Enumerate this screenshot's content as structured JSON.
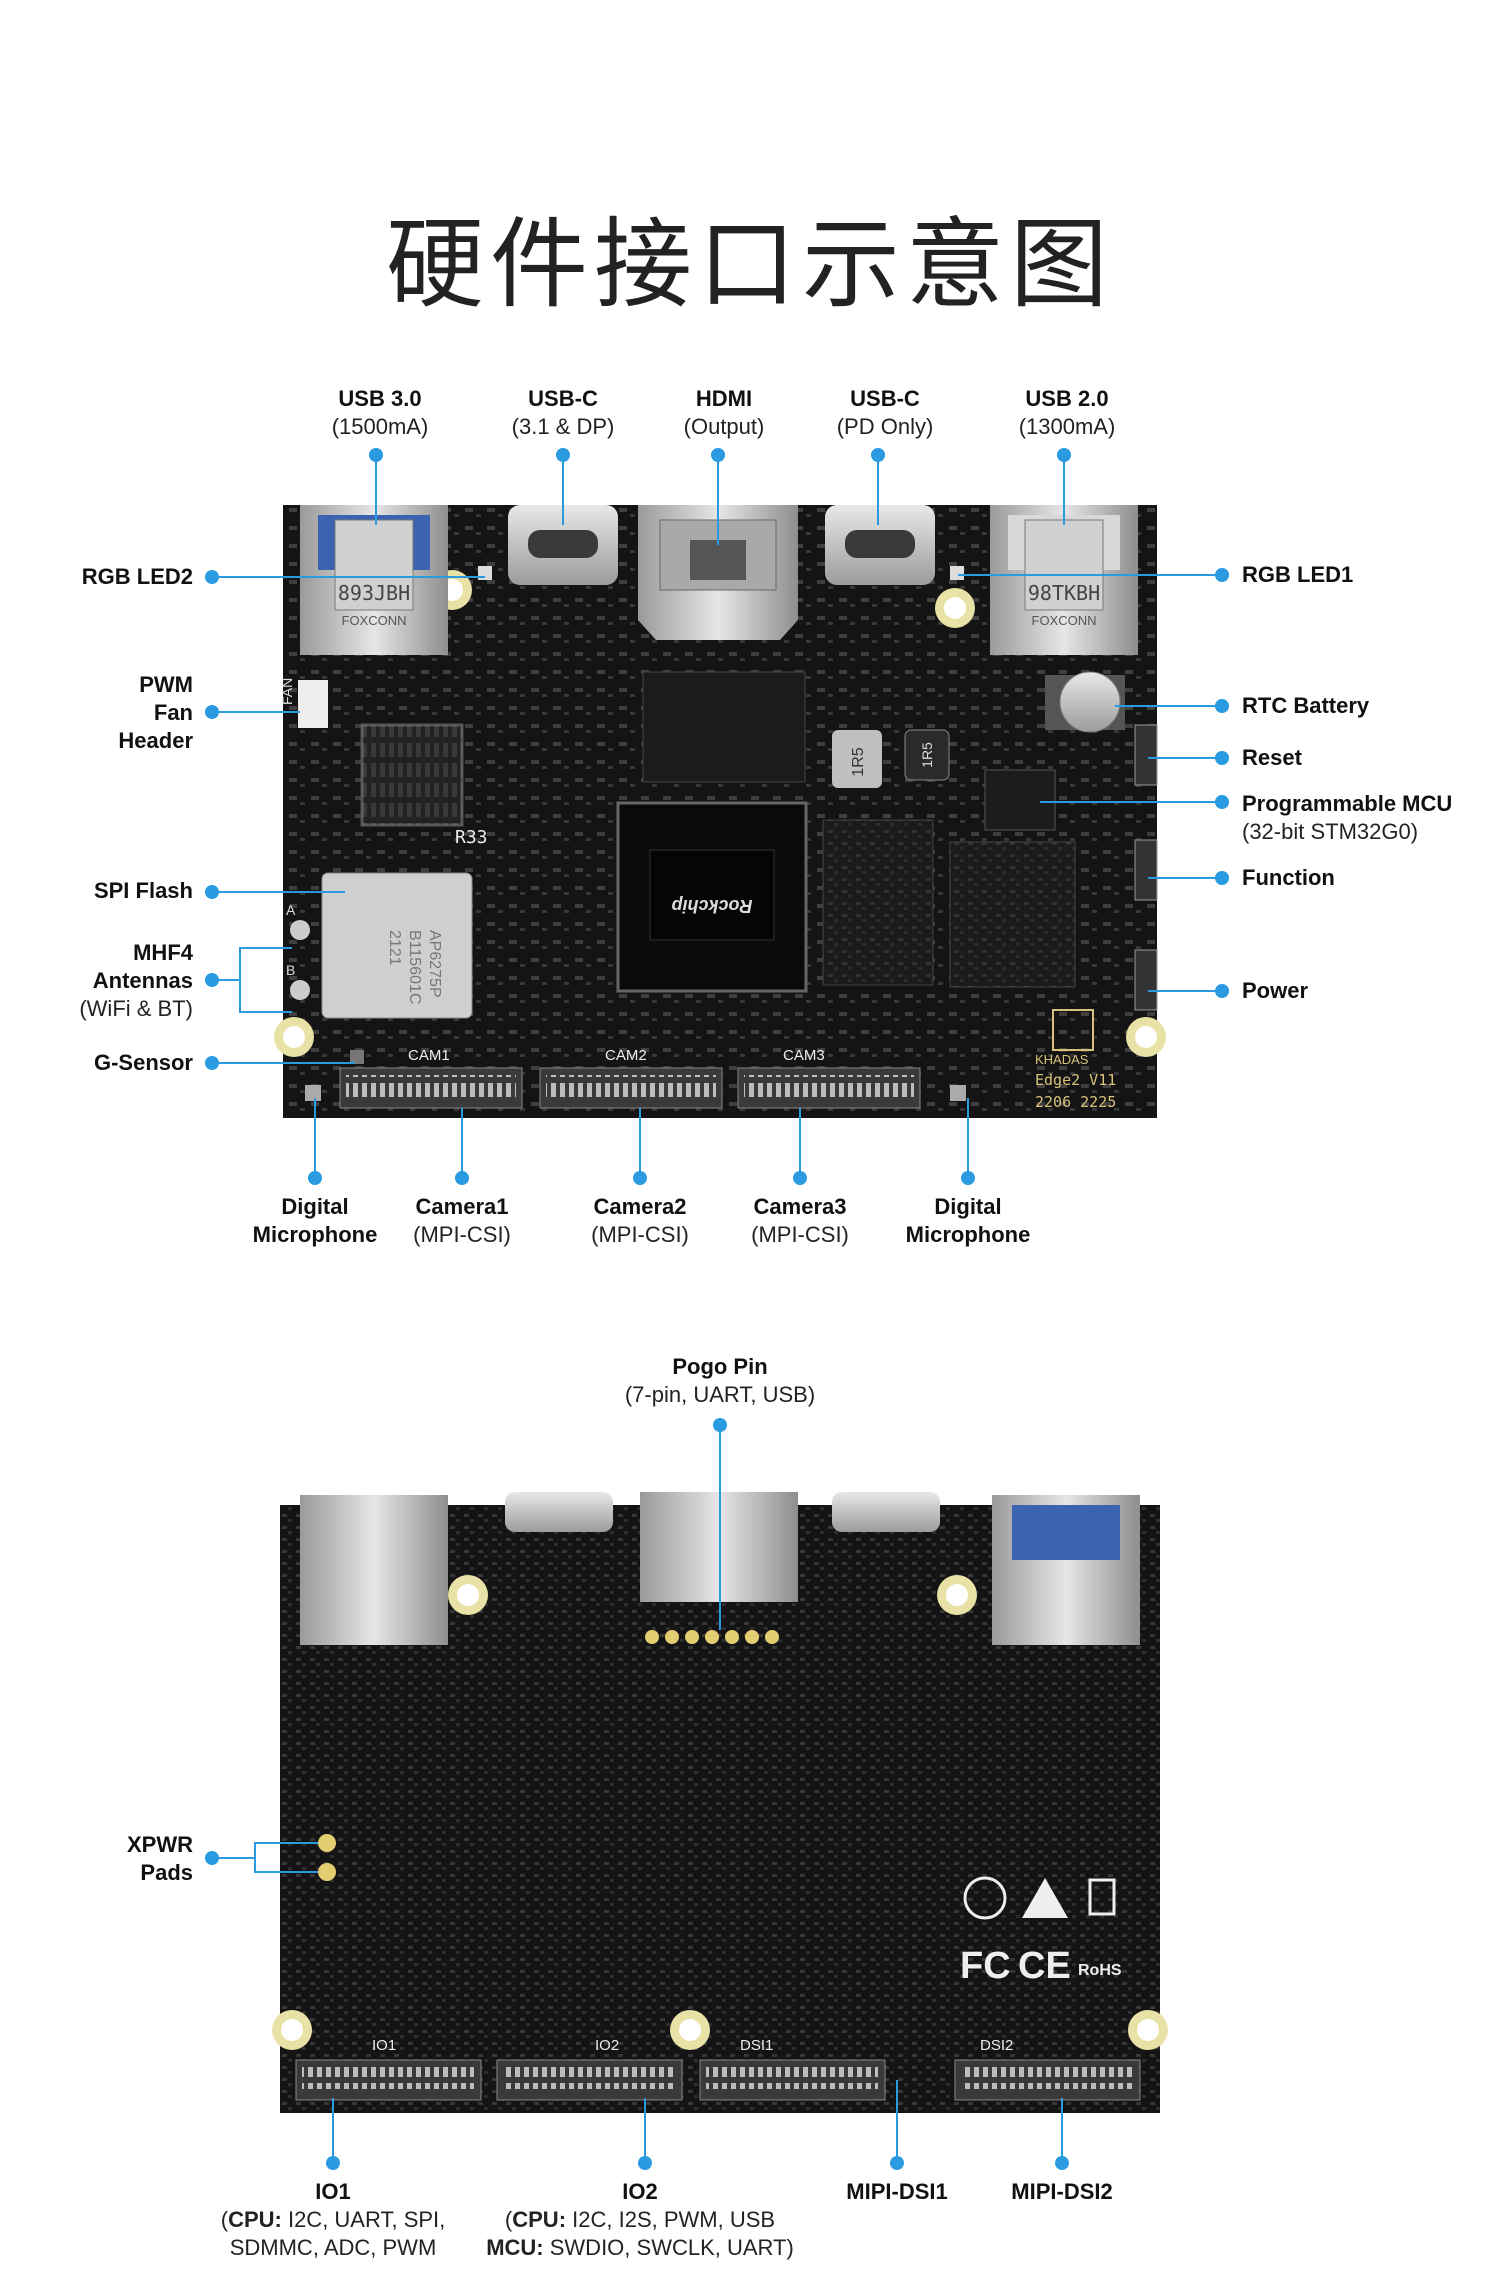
{
  "title": "硬件接口示意图",
  "colors": {
    "accent": "#2a9be0",
    "board": "#141414",
    "metal": "#c7c7c7"
  },
  "top_board": {
    "top_labels": [
      {
        "name": "USB 3.0",
        "sub": "(1500mA)"
      },
      {
        "name": "USB-C",
        "sub": "(3.1 & DP)"
      },
      {
        "name": "HDMI",
        "sub": "(Output)"
      },
      {
        "name": "USB-C",
        "sub": "(PD Only)"
      },
      {
        "name": "USB 2.0",
        "sub": "(1300mA)"
      }
    ],
    "left_labels": [
      {
        "lines": [
          "RGB LED2"
        ]
      },
      {
        "lines": [
          "PWM",
          "Fan",
          "Header"
        ]
      },
      {
        "lines": [
          "SPI Flash"
        ]
      },
      {
        "lines": [
          "MHF4",
          "Antennas"
        ],
        "sub": "(WiFi & BT)"
      },
      {
        "lines": [
          "G-Sensor"
        ]
      }
    ],
    "right_labels": [
      {
        "name": "RGB LED1"
      },
      {
        "name": "RTC Battery"
      },
      {
        "name": "Reset"
      },
      {
        "name": "Programmable MCU",
        "sub": "(32-bit STM32G0)"
      },
      {
        "name": "Function"
      },
      {
        "name": "Power"
      }
    ],
    "bottom_labels": [
      {
        "lines": [
          "Digital",
          "Microphone"
        ]
      },
      {
        "name": "Camera1",
        "sub": "(MPI-CSI)"
      },
      {
        "name": "Camera2",
        "sub": "(MPI-CSI)"
      },
      {
        "name": "Camera3",
        "sub": "(MPI-CSI)"
      },
      {
        "lines": [
          "Digital",
          "Microphone"
        ]
      }
    ],
    "silkscreen": {
      "cam1": "CAM1",
      "cam2": "CAM2",
      "cam3": "CAM3",
      "brand": "KHADAS",
      "model": "Edge2 V11",
      "date": "2206 2225",
      "fan": "FAN",
      "r33": "R33",
      "inductor1": "1R5",
      "inductor2": "1R5",
      "usb_left": "893JBH",
      "usb_right": "98TKBH",
      "foxconn": "FOXCONN",
      "module": "AP6275P",
      "module2": "B115601C",
      "module3": "2121",
      "chip": "Rockchip",
      "ant_a": "A",
      "ant_b": "B"
    }
  },
  "bottom_board": {
    "pogo": {
      "name": "Pogo Pin",
      "sub": "(7-pin, UART, USB)"
    },
    "left_labels": [
      {
        "lines": [
          "XPWR",
          "Pads"
        ]
      }
    ],
    "bottom_labels": [
      {
        "name": "IO1",
        "cpu_key": "CPU:",
        "cpu_val": " I2C, UART, SPI,",
        "line2": "SDMMC, ADC, PWM"
      },
      {
        "name": "IO2",
        "cpu_key": "CPU:",
        "cpu_val": " I2C, I2S, PWM, USB",
        "mcu_key": "MCU:",
        "mcu_val": " SWDIO, SWCLK, UART)"
      },
      {
        "name": "MIPI-DSI1"
      },
      {
        "name": "MIPI-DSI2"
      }
    ],
    "silkscreen": {
      "io1": "IO1",
      "io2": "IO2",
      "dsi1": "DSI1",
      "dsi2": "DSI2",
      "fc": "FC",
      "ce": "CE",
      "rohs": "RoHS"
    }
  }
}
